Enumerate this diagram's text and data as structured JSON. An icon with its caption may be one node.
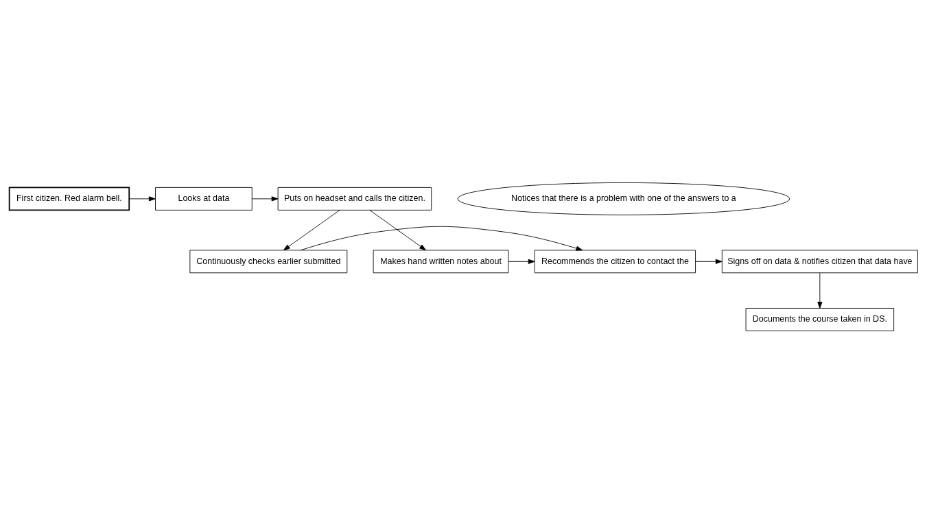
{
  "diagram": {
    "nodes": [
      {
        "text": [
          "First citizen. Red alarm bell."
        ]
      },
      {
        "text": [
          "Looks at data"
        ]
      },
      {
        "text": [
          "Notices that there is a problem with one of the answers to a"
        ]
      },
      {
        "text": [
          "Puts on headset and calls the citizen."
        ]
      },
      {
        "text": [
          "Continuously checks earlier submitted"
        ]
      },
      {
        "text": [
          "Recommends the citizen to contact the"
        ]
      },
      {
        "text": [
          "Makes hand written notes about"
        ]
      },
      {
        "text": [
          "Signs off on data & notifies citizen that data have"
        ]
      },
      {
        "text": [
          "Documents the course taken in DS."
        ]
      }
    ],
    "edges": [
      {
        "from": 0,
        "to": 1,
        "arrow": "to"
      },
      {
        "from": 1,
        "to": 3,
        "arrow": "to"
      },
      {
        "from": 3,
        "to": 4,
        "arrow": "to"
      },
      {
        "from": 3,
        "to": 6,
        "arrow": "to"
      },
      {
        "from": 4,
        "to": 5,
        "arrow": "to"
      },
      {
        "from": 6,
        "to": 5,
        "arrow": "to"
      },
      {
        "from": 5,
        "to": 7,
        "arrow": "to"
      },
      {
        "from": 7,
        "to": 8,
        "arrow": "to"
      }
    ]
  }
}
